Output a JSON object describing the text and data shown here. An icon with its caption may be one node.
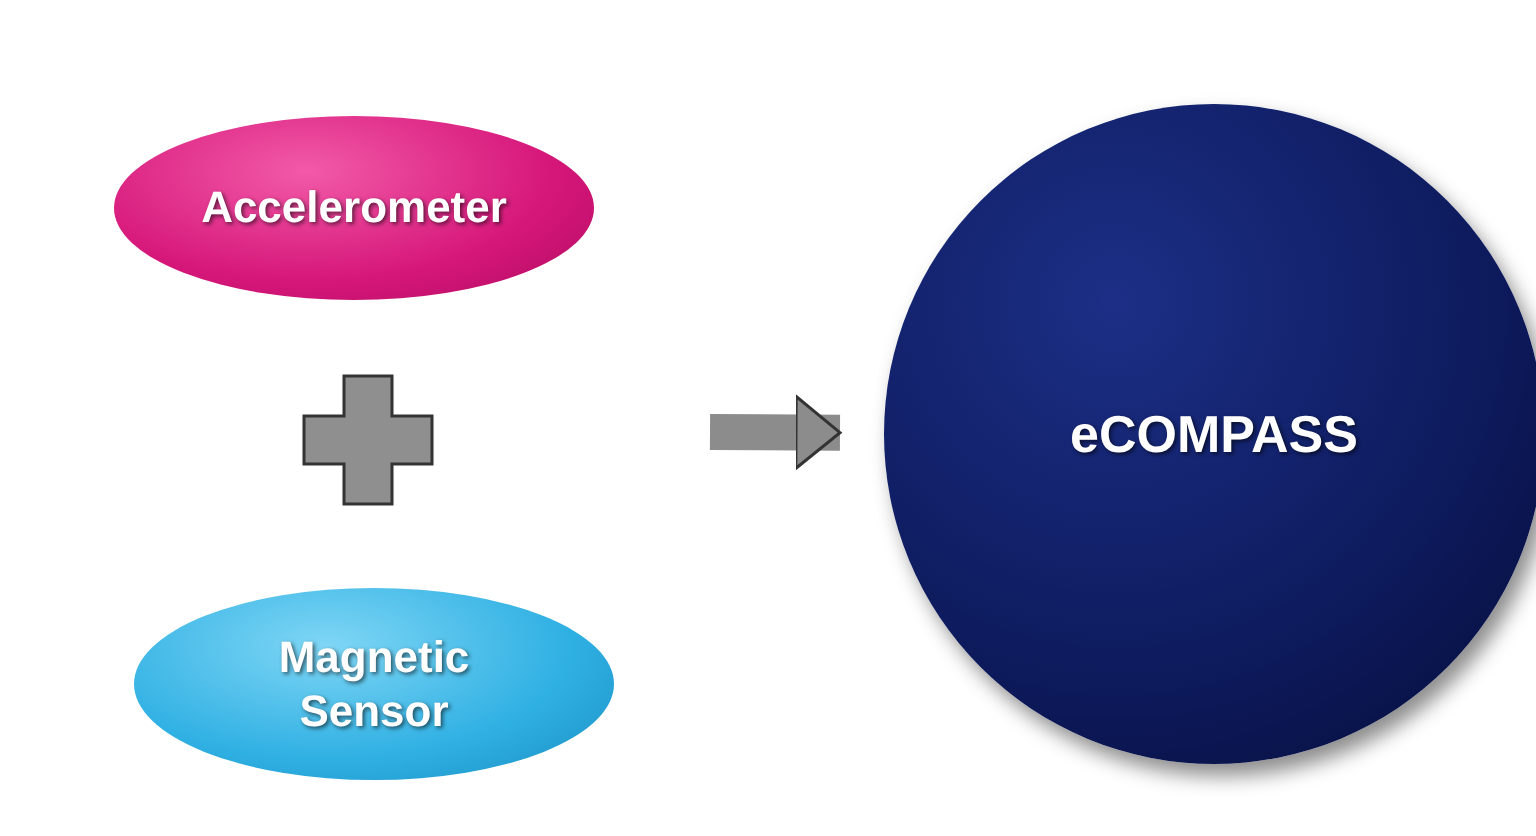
{
  "diagram": {
    "nodes": [
      {
        "text": [
          "Accelerometer"
        ]
      },
      {
        "text": [
          "Magnetic Sensor"
        ]
      },
      {
        "text": [
          "eCOMPASS"
        ]
      }
    ],
    "edges": [
      {
        "from": null,
        "to": 2,
        "arrow": "to"
      }
    ]
  }
}
